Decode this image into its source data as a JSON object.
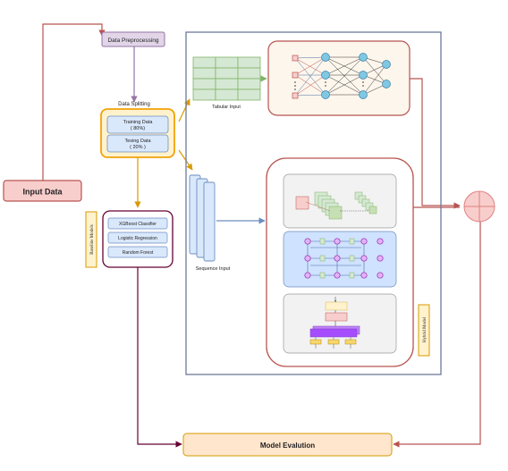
{
  "nodes": {
    "input_data": "Input Data",
    "data_preprocessing": "Data Preprocessing",
    "data_splitting": "Data Splitting",
    "training_data_line1": "Training Data",
    "training_data_line2": "( 80%)",
    "testing_data_line1": "Tesing Data",
    "testing_data_line2": "( 20% )",
    "tabular_input": "Tabular Input",
    "sequence_input": "Sequence Input",
    "baseline_models_label": "Baseline Models",
    "baseline_models": [
      "XGBoost Classifier",
      "Logistic Regression",
      "Random Forest"
    ],
    "hybrid_model_label": "Hybrid Model",
    "model_evaluation": "Model Evalution"
  },
  "colors": {
    "input_fill": "#f8cecc",
    "input_stroke": "#b85450",
    "preprocess_fill": "#e1d5e7",
    "preprocess_stroke": "#9673a6",
    "split_fill": "#fff2cc",
    "split_stroke": "#f0a30a",
    "inner_fill": "#dae8fc",
    "inner_stroke": "#6c8ebf",
    "grid_fill": "#d5e8d4",
    "grid_stroke": "#82b366",
    "baseline_stroke": "#660033",
    "hybrid_stroke": "#b85450",
    "eval_fill": "#ffe6cc",
    "eval_stroke": "#d79b00",
    "arrow_red": "#b85450",
    "arrow_orange": "#d79b00",
    "arrow_purple": "#9673a6",
    "arrow_blue": "#6c8ebf"
  }
}
